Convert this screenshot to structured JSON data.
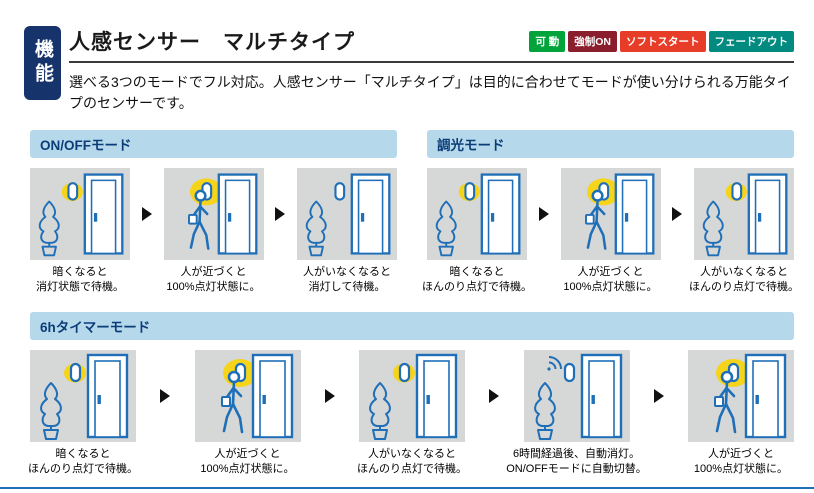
{
  "page": {
    "tab_label": "機能",
    "title": "人感センサー　マルチタイプ",
    "description": "選べる3つのモードでフル対応。人感センサー「マルチタイプ」は目的に合わせてモードが使い分けられる万能タイプのセンサーです。",
    "badges": [
      {
        "label": "可 動",
        "color": "#00a43b"
      },
      {
        "label": "強制ON",
        "color": "#8a1e2d"
      },
      {
        "label": "ソフトスタート",
        "color": "#e73c28"
      },
      {
        "label": "フェードアウト",
        "color": "#008a80"
      }
    ]
  },
  "modes": [
    {
      "title": "ON/OFFモード",
      "layout": "half",
      "steps": [
        {
          "caption": "暗くなると\n消灯状態で待機。",
          "scene": {
            "figure": "tree",
            "glow": "dim",
            "signal": false
          }
        },
        {
          "caption": "人が近づくと\n100%点灯状態に。",
          "scene": {
            "figure": "person",
            "glow": "bright",
            "signal": false
          }
        },
        {
          "caption": "人がいなくなると\n消灯して待機。",
          "scene": {
            "figure": "tree",
            "glow": "none",
            "signal": false
          }
        }
      ]
    },
    {
      "title": "調光モード",
      "layout": "half",
      "steps": [
        {
          "caption": "暗くなると\nほんのり点灯で待機。",
          "scene": {
            "figure": "tree",
            "glow": "dim",
            "signal": false
          }
        },
        {
          "caption": "人が近づくと\n100%点灯状態に。",
          "scene": {
            "figure": "person",
            "glow": "bright",
            "signal": false
          }
        },
        {
          "caption": "人がいなくなると\nほんのり点灯で待機。",
          "scene": {
            "figure": "tree",
            "glow": "dim",
            "signal": false
          }
        }
      ]
    },
    {
      "title": "6hタイマーモード",
      "layout": "full",
      "steps": [
        {
          "caption": "暗くなると\nほんのり点灯で待機。",
          "scene": {
            "figure": "tree",
            "glow": "dim",
            "signal": false
          }
        },
        {
          "caption": "人が近づくと\n100%点灯状態に。",
          "scene": {
            "figure": "person",
            "glow": "bright",
            "signal": false
          }
        },
        {
          "caption": "人がいなくなると\nほんのり点灯で待機。",
          "scene": {
            "figure": "tree",
            "glow": "dim",
            "signal": false
          }
        },
        {
          "caption": "6時間経過後、自動消灯。\nON/OFFモードに自動切替。",
          "scene": {
            "figure": "tree",
            "glow": "none",
            "signal": true
          }
        },
        {
          "caption": "人が近づくと\n100%点灯状態に。",
          "scene": {
            "figure": "person",
            "glow": "bright",
            "signal": false
          }
        }
      ]
    }
  ],
  "colors": {
    "accent_blue": "#1f6fb8",
    "tab_navy": "#16336b",
    "section_bg": "#b5d9eb",
    "section_text": "#0b3c78",
    "panel_bg": "#d6d7d7",
    "glow_yellow": "#f5d41a"
  }
}
